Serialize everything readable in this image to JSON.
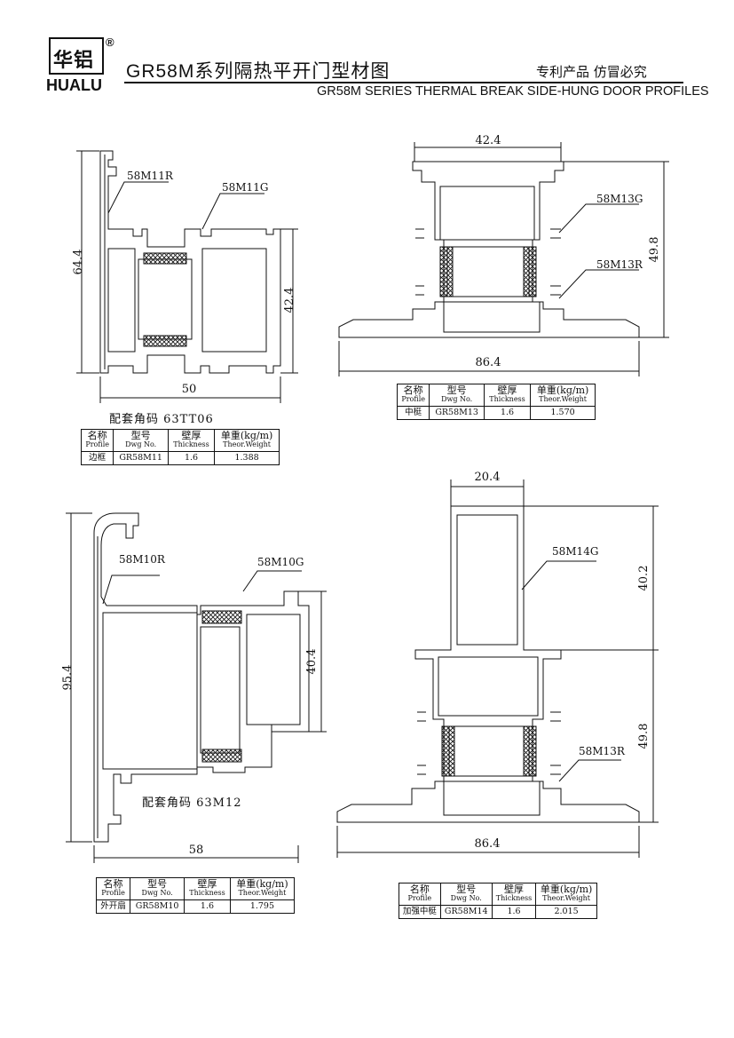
{
  "header": {
    "logo_cn": "华铝",
    "logo_en": "HUALU",
    "registered": "®",
    "title": "GR58M系列隔热平开门型材图",
    "patent_note": "专利产品 仿冒必究",
    "subtitle": "GR58M SERIES THERMAL BREAK SIDE-HUNG DOOR PROFILES"
  },
  "table_headers": {
    "profile_cn": "名称",
    "profile_en": "Profile",
    "dwg_cn": "型号",
    "dwg_en": "Dwg No.",
    "thick_cn": "壁厚",
    "thick_en": "Thickness",
    "weight_cn": "单重(kg/m)",
    "weight_en": "Theor.Weight"
  },
  "profiles": [
    {
      "labels": [
        "58M11R",
        "58M11G"
      ],
      "dims": [
        "64.4",
        "42.4",
        "50"
      ],
      "accessory": "配套角码 63TT06",
      "spec": {
        "name": "边框",
        "dwg": "GR58M11",
        "thickness": "1.6",
        "weight": "1.388"
      }
    },
    {
      "labels": [
        "58M13G",
        "58M13R"
      ],
      "dims": [
        "42.4",
        "49.8",
        "86.4"
      ],
      "spec": {
        "name": "中梃",
        "dwg": "GR58M13",
        "thickness": "1.6",
        "weight": "1.570"
      }
    },
    {
      "labels": [
        "58M10R",
        "58M10G"
      ],
      "dims": [
        "95.4",
        "40.4",
        "58"
      ],
      "accessory": "配套角码 63M12",
      "spec": {
        "name": "外开扇",
        "dwg": "GR58M10",
        "thickness": "1.6",
        "weight": "1.795"
      }
    },
    {
      "labels": [
        "58M14G",
        "58M13R"
      ],
      "dims": [
        "20.4",
        "40.2",
        "49.8",
        "86.4"
      ],
      "spec": {
        "name": "加强中梃",
        "dwg": "GR58M14",
        "thickness": "1.6",
        "weight": "2.015"
      }
    }
  ]
}
